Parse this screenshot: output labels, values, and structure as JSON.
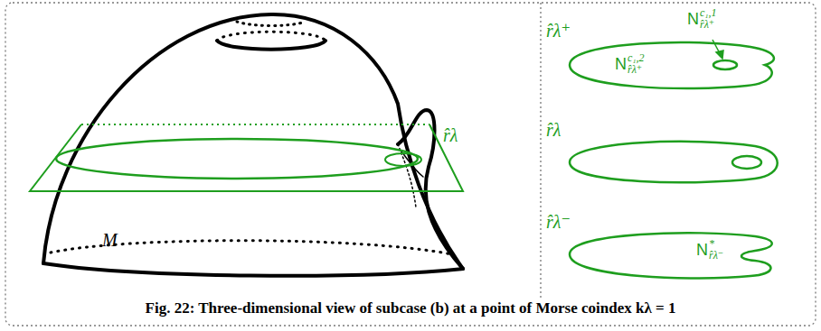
{
  "diagram": {
    "caption": "Fig. 22: Three-dimensional view of subcase (b) at a point of Morse coindex kλ = 1",
    "labels": [
      "M",
      "r̂λ",
      "r̂λ⁺",
      "N",
      "c₁,1",
      "r̂λ⁺",
      "N",
      "c₁,2",
      "r̂λ⁺",
      "r̂λ",
      "r̂λ⁻",
      "N",
      "*",
      "r̂λ⁻"
    ]
  }
}
